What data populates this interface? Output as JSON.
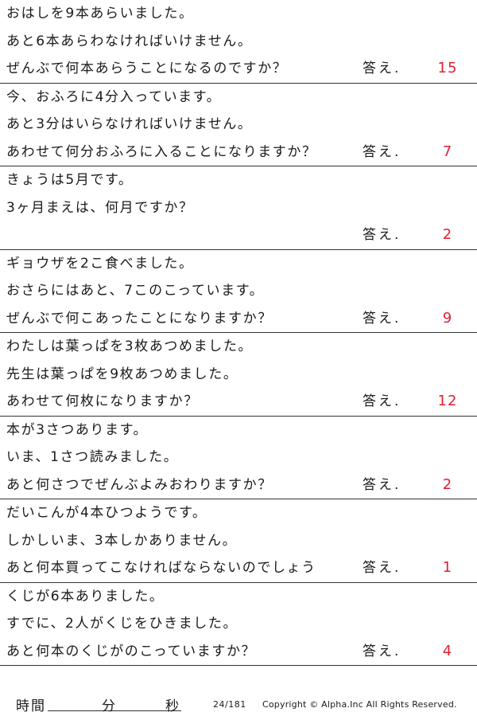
{
  "answer_label": "答え.",
  "problems": [
    {
      "lines": [
        "おはしを9本あらいました。",
        "あと6本あらわなければいけません。",
        "ぜんぶで何本あらうことになるのですか？"
      ],
      "answer": "15"
    },
    {
      "lines": [
        "今、おふろに4分入っています。",
        "あと3分はいらなければいけません。",
        "あわせて何分おふろに入ることになりますか？"
      ],
      "answer": "7"
    },
    {
      "lines": [
        "きょうは5月です。",
        "3ヶ月まえは、何月ですか？",
        ""
      ],
      "answer": "2"
    },
    {
      "lines": [
        "ギョウザを2こ食べました。",
        "おさらにはあと、7このこっています。",
        "ぜんぶで何こあったことになりますか？"
      ],
      "answer": "9"
    },
    {
      "lines": [
        "わたしは葉っぱを3枚あつめました。",
        "先生は葉っぱを9枚あつめました。",
        "あわせて何枚になりますか？"
      ],
      "answer": "12"
    },
    {
      "lines": [
        "本が3さつあります。",
        "いま、1さつ読みました。",
        "あと何さつでぜんぶよみおわりますか？"
      ],
      "answer": "2"
    },
    {
      "lines": [
        "だいこんが4本ひつようです。",
        "しかしいま、3本しかありません。",
        "あと何本買ってこなければならないのでしょう"
      ],
      "answer": "1"
    },
    {
      "lines": [
        "くじが6本ありました。",
        "すでに、2人がくじをひきました。",
        "あと何本のくじがのこっていますか？"
      ],
      "answer": "4"
    }
  ],
  "footer": {
    "time_label": "時間",
    "minutes_label": "分",
    "seconds_label": "秒",
    "page": "24/181",
    "copyright": "Copyright ©  Alpha.Inc All Rights Reserved."
  },
  "colors": {
    "answer": "#e02030",
    "text": "#1a1a1a",
    "rule": "#333333"
  }
}
